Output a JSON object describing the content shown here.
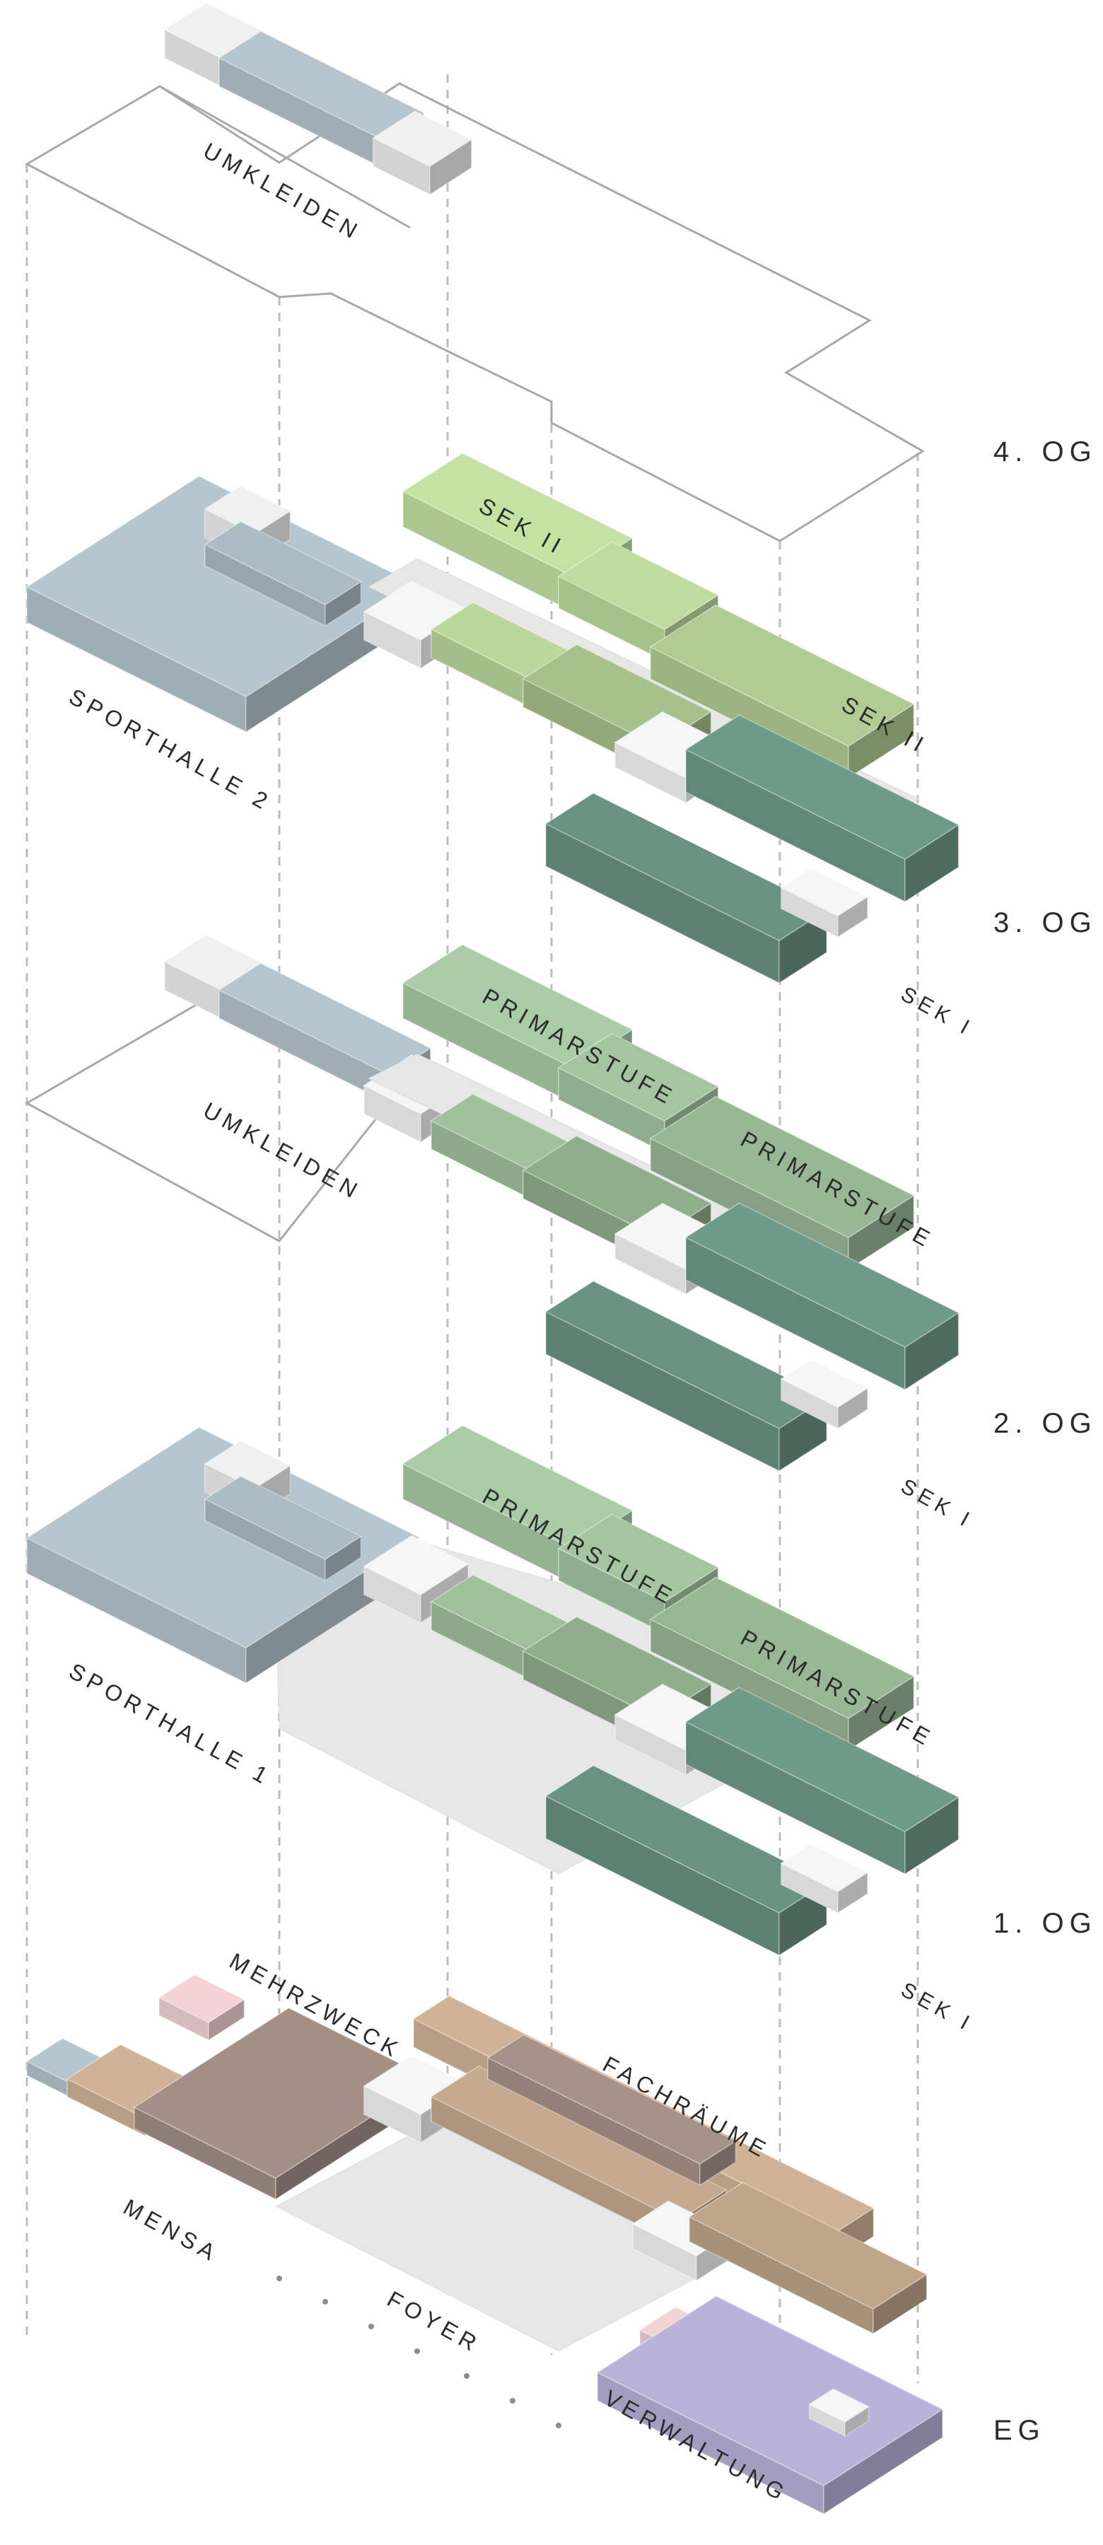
{
  "levels": [
    {
      "key": "og4",
      "label": "4. OG"
    },
    {
      "key": "og3",
      "label": "3. OG"
    },
    {
      "key": "og2",
      "label": "2. OG"
    },
    {
      "key": "og1",
      "label": "1. OG"
    },
    {
      "key": "eg",
      "label": "EG"
    }
  ],
  "labels": {
    "umkleiden_top": "UMKLEIDEN",
    "sporthalle_2": "SPORTHALLE 2",
    "sek_ii_a": "SEK II",
    "sek_ii_b": "SEK II",
    "sek_i_3": "SEK I",
    "umkleiden_mid": "UMKLEIDEN",
    "primarstufe_2a": "PRIMARSTUFE",
    "primarstufe_2b": "PRIMARSTUFE",
    "sek_i_2": "SEK I",
    "sporthalle_1": "SPORTHALLE 1",
    "primarstufe_1a": "PRIMARSTUFE",
    "primarstufe_1b": "PRIMARSTUFE",
    "sek_i_1": "SEK I",
    "mehrzweck": "MEHRZWECK",
    "fachraeume": "FACHRÄUME",
    "mensa": "MENSA",
    "foyer": "FOYER",
    "verwaltung": "VERWALTUNG"
  },
  "colors": {
    "sport": "#b5c6ce",
    "sek2": "#c3e3a3",
    "primar": "#a9cba5",
    "sek1": "#6e9a88",
    "mensa": "#a38f86",
    "fach": "#d0b396",
    "admin": "#b9b3da",
    "pink": "#f4d3d5",
    "neutral": "#e7e7e7"
  }
}
